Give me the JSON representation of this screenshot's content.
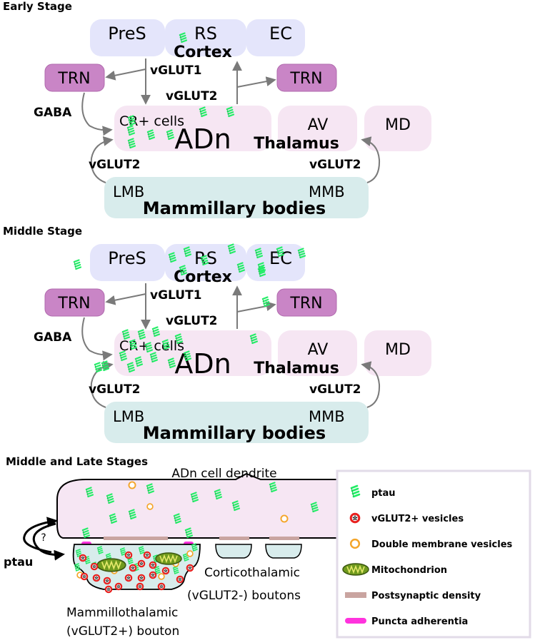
{
  "colors": {
    "cortex": "#e4e5fb",
    "trn": "#c985c6",
    "trn_border": "#b06aad",
    "thalamus": "#f6e6f3",
    "mammillary": "#d8ecec",
    "arrow": "#7a7a7a",
    "ptau": "#22ee66",
    "vesicle": "#e8201e",
    "double_membrane": "#f4a52a",
    "mitochondrion": "#6f9a1e",
    "psd": "#c9a4a0",
    "puncta": "#ff33dd"
  },
  "panels": [
    {
      "stage_title": "Early Stage",
      "cortex": {
        "pres": "PreS",
        "rs": "RS",
        "ec": "EC",
        "name": "Cortex"
      },
      "trn_left": "TRN",
      "trn_right": "TRN",
      "gaba": "GABA",
      "vglut1": "vGLUT1",
      "vglut2_cortex": "vGLUT2",
      "thalamus": {
        "cr_cells": "CR+ cells",
        "adn": "ADn",
        "av": "AV",
        "md": "MD",
        "name": "Thalamus"
      },
      "vglut2_left": "vGLUT2",
      "vglut2_right": "vGLUT2",
      "mammillary": {
        "lmb": "LMB",
        "mmb": "MMB",
        "name": "Mammillary bodies"
      }
    },
    {
      "stage_title": "Middle Stage",
      "cortex": {
        "pres": "PreS",
        "rs": "RS",
        "ec": "EC",
        "name": "Cortex"
      },
      "trn_left": "TRN",
      "trn_right": "TRN",
      "gaba": "GABA",
      "vglut1": "vGLUT1",
      "vglut2_cortex": "vGLUT2",
      "thalamus": {
        "cr_cells": "CR+ cells",
        "adn": "ADn",
        "av": "AV",
        "md": "MD",
        "name": "Thalamus"
      },
      "vglut2_left": "vGLUT2",
      "vglut2_right": "vGLUT2",
      "mammillary": {
        "lmb": "LMB",
        "mmb": "MMB",
        "name": "Mammillary bodies"
      }
    }
  ],
  "synapse": {
    "stage_title": "Middle and Late Stages",
    "dendrite_label": "ADn cell dendrite",
    "ptau_label": "ptau",
    "question": "?",
    "cortico_label_1": "Corticothalamic",
    "cortico_label_2": "(vGLUT2-) boutons",
    "mammillo_label_1": "Mammillothalamic",
    "mammillo_label_2": "(vGLUT2+) bouton"
  },
  "legend": {
    "items": [
      {
        "icon": "ptau-icon",
        "label": "ptau"
      },
      {
        "icon": "vglut2-vesicle-icon",
        "label": "vGLUT2+ vesicles"
      },
      {
        "icon": "double-membrane-vesicle-icon",
        "label": "Double membrane vesicles"
      },
      {
        "icon": "mitochondrion-icon",
        "label": "Mitochondrion"
      },
      {
        "icon": "postsynaptic-density-icon",
        "label": "Postsynaptic density"
      },
      {
        "icon": "puncta-adherentia-icon",
        "label": "Puncta adherentia"
      }
    ]
  }
}
